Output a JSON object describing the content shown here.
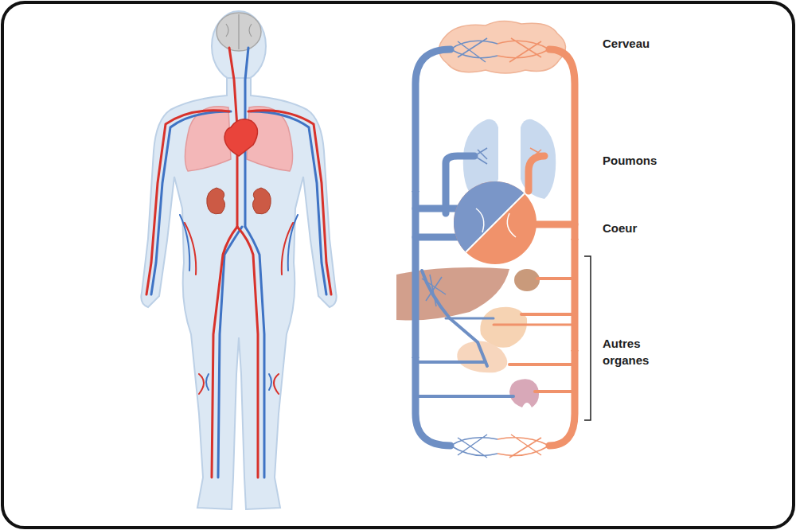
{
  "diagram": {
    "labels": [
      "Cerveau",
      "Poumons",
      "Coeur",
      "Autres organes"
    ]
  }
}
